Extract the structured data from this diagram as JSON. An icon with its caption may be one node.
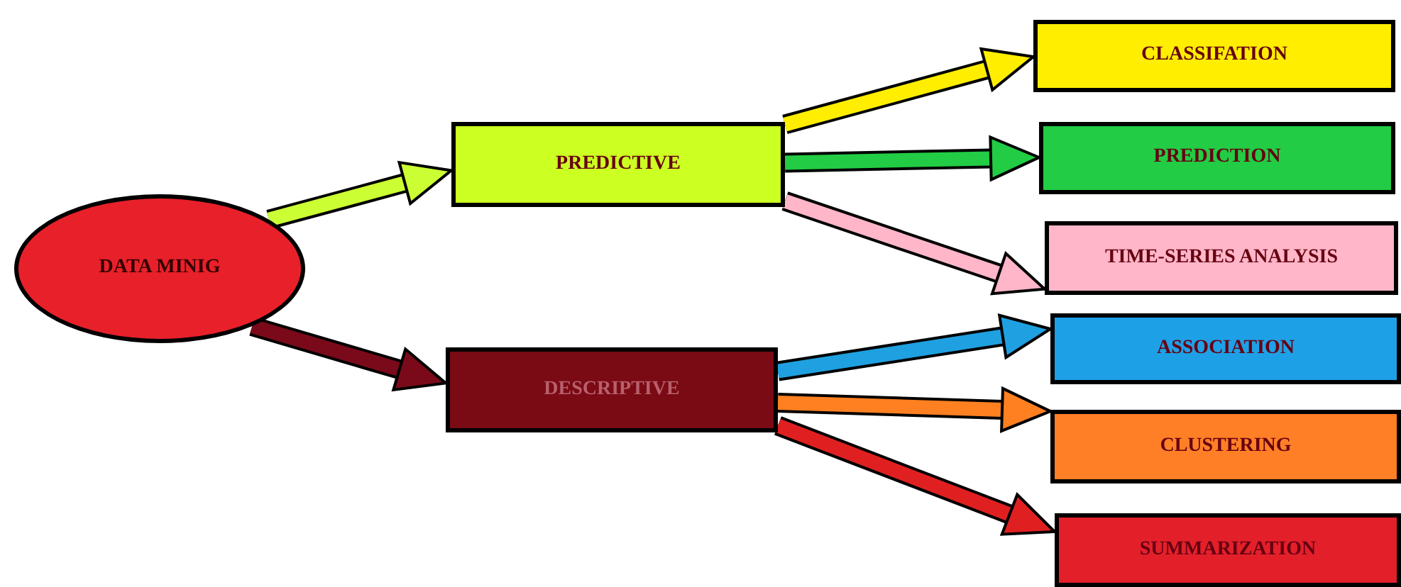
{
  "diagram": {
    "nodes": [
      {
        "text": [
          "DATA MINIG"
        ]
      },
      {
        "text": [
          "PREDICTIVE"
        ]
      },
      {
        "text": [
          "DESCRIPTIVE"
        ]
      },
      {
        "text": [
          "CLASSIFATION"
        ]
      },
      {
        "text": [
          "PREDICTION"
        ]
      },
      {
        "text": [
          "TIME-SERIES ANALYSIS"
        ]
      },
      {
        "text": [
          "ASSOCIATION"
        ]
      },
      {
        "text": [
          "CLUSTERING"
        ]
      },
      {
        "text": [
          "SUMMARIZATION"
        ]
      }
    ],
    "edges": [
      {
        "from": 0,
        "to": 1,
        "arrow": "to",
        "color": "#ccff33"
      },
      {
        "from": 0,
        "to": 2,
        "arrow": "to",
        "color": "#7a0a1a"
      },
      {
        "from": 1,
        "to": 3,
        "arrow": "to",
        "color": "#ffee00"
      },
      {
        "from": 1,
        "to": 4,
        "arrow": "to",
        "color": "#22cc44"
      },
      {
        "from": 1,
        "to": 5,
        "arrow": "to",
        "color": "#ffb6c8"
      },
      {
        "from": 2,
        "to": 6,
        "arrow": "to",
        "color": "#1fa0e0"
      },
      {
        "from": 2,
        "to": 7,
        "arrow": "to",
        "color": "#ff8020"
      },
      {
        "from": 2,
        "to": 8,
        "arrow": "to",
        "color": "#e02020"
      }
    ]
  }
}
